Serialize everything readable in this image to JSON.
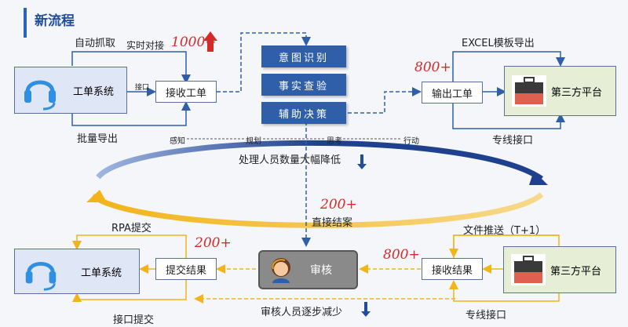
{
  "title": "新流程",
  "top": {
    "system_label": "工单系统",
    "auto_fetch": "自动抓取",
    "realtime": "实时对接",
    "realtime_count": "1000+",
    "interface_small": "接口",
    "receive_order": "接收工单",
    "batch_export": "批量导出",
    "steps": [
      "意图识别",
      "事实查验",
      "辅助决策"
    ],
    "excel_export": "EXCEL模板导出",
    "output_count": "800+",
    "output_order": "输出工单",
    "third_party": "第三方平台",
    "dedicated_api": "专线接口",
    "phases": [
      "感知",
      "规划",
      "思考",
      "行动"
    ]
  },
  "middle": {
    "staff_reduce": "处理人员数量大幅降低",
    "direct_count": "200+",
    "direct_close": "直接结案"
  },
  "bottom": {
    "rpa_submit": "RPA提交",
    "system_label": "工单系统",
    "submit_count": "200+",
    "submit_result": "提交结果",
    "review": "审核",
    "receive_count": "800+",
    "receive_result": "接收结果",
    "file_push": "文件推送（T+1）",
    "third_party": "第三方平台",
    "api_submit": "接口提交",
    "review_reduce": "审核人员逐步减少",
    "dedicated_api": "专线接口"
  },
  "colors": {
    "accent": "#2e5fa8",
    "red": "#d42a2a",
    "yellow": "#f2b418",
    "arrow_blue": "#1f4ea0"
  }
}
